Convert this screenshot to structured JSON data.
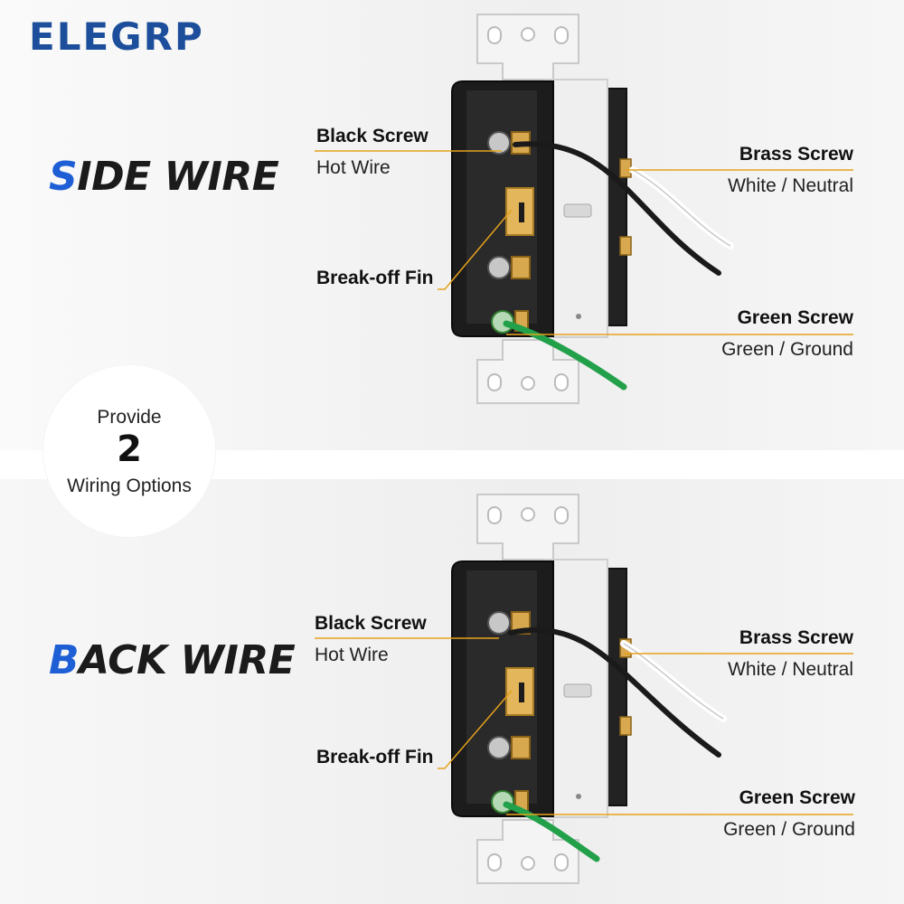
{
  "brand": {
    "logo_text": "ELEGRP",
    "color": "#1d4e9b"
  },
  "badge": {
    "line1": "Provide",
    "number": "2",
    "line2": "Wiring Options"
  },
  "accent_color": "#1f5fd6",
  "leader_color": "#e6a21c",
  "panels": [
    {
      "heading_first": "S",
      "heading_rest": "IDE WIRE",
      "labels": {
        "black_screw": {
          "title": "Black Screw",
          "sub": "Hot Wire"
        },
        "break_off_fin": {
          "title": "Break-off Fin"
        },
        "brass_screw": {
          "title": "Brass Screw",
          "sub": "White / Neutral"
        },
        "green_screw": {
          "title": "Green Screw",
          "sub": "Green / Ground"
        }
      }
    },
    {
      "heading_first": "B",
      "heading_rest": "ACK WIRE",
      "labels": {
        "black_screw": {
          "title": "Black Screw",
          "sub": "Hot Wire"
        },
        "break_off_fin": {
          "title": "Break-off Fin"
        },
        "brass_screw": {
          "title": "Brass Screw",
          "sub": "White / Neutral"
        },
        "green_screw": {
          "title": "Green Screw",
          "sub": "Green / Ground"
        }
      }
    }
  ]
}
